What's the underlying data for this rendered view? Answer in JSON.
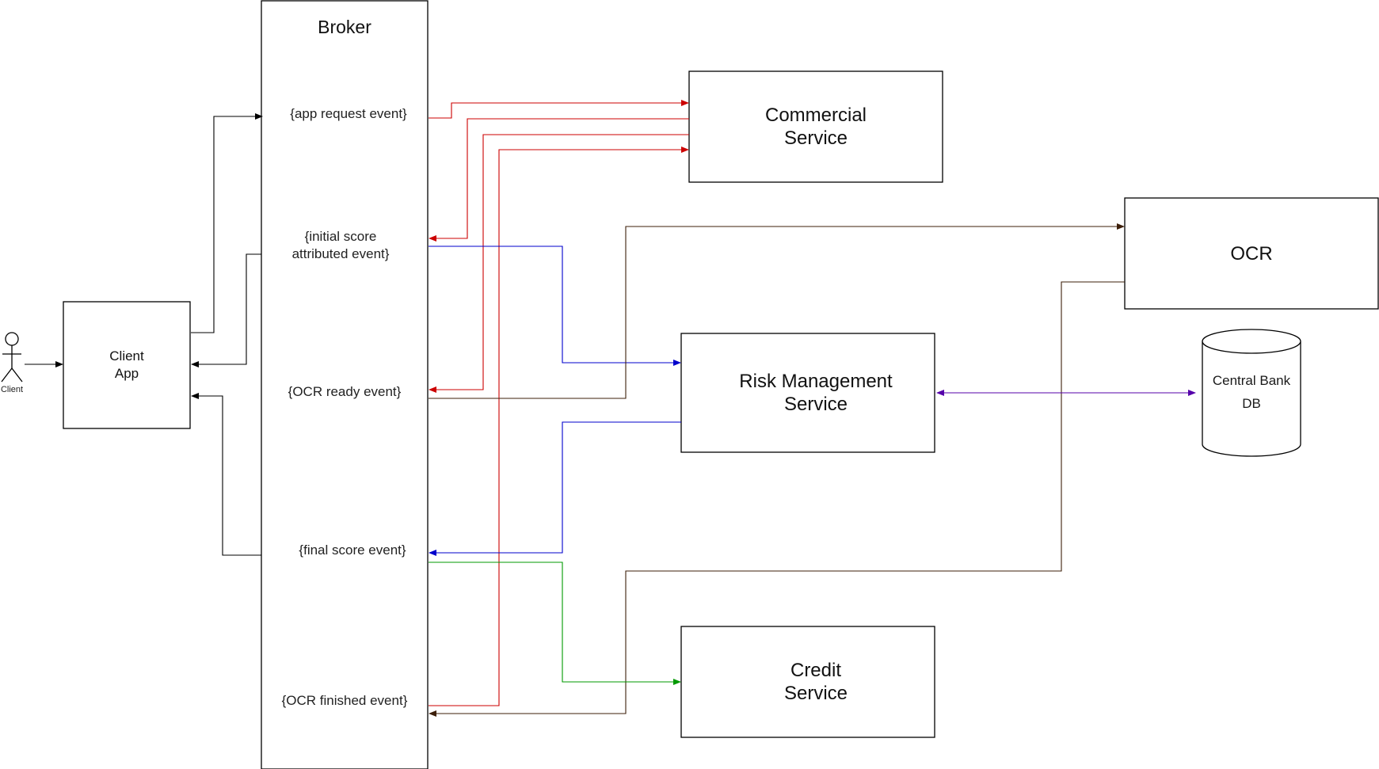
{
  "broker": {
    "title": "Broker",
    "events": {
      "app_request": "{app request event}",
      "initial_score": "{initial score\nattributed event}",
      "ocr_ready": "{OCR ready event}",
      "final_score": "{final score event}",
      "ocr_finished": "{OCR finished event}"
    }
  },
  "client": {
    "actor_label": "Client",
    "app_label": "Client\nApp"
  },
  "services": {
    "commercial": "Commercial\nService",
    "ocr": "OCR",
    "risk": "Risk Management\nService",
    "central_bank": "Central Bank\nDB",
    "credit": "Credit\nService"
  },
  "colors": {
    "black": "#000000",
    "red": "#cc0000",
    "blue": "#0000cc",
    "brown": "#3d1f0a",
    "green": "#009900",
    "purple": "#5500aa"
  }
}
